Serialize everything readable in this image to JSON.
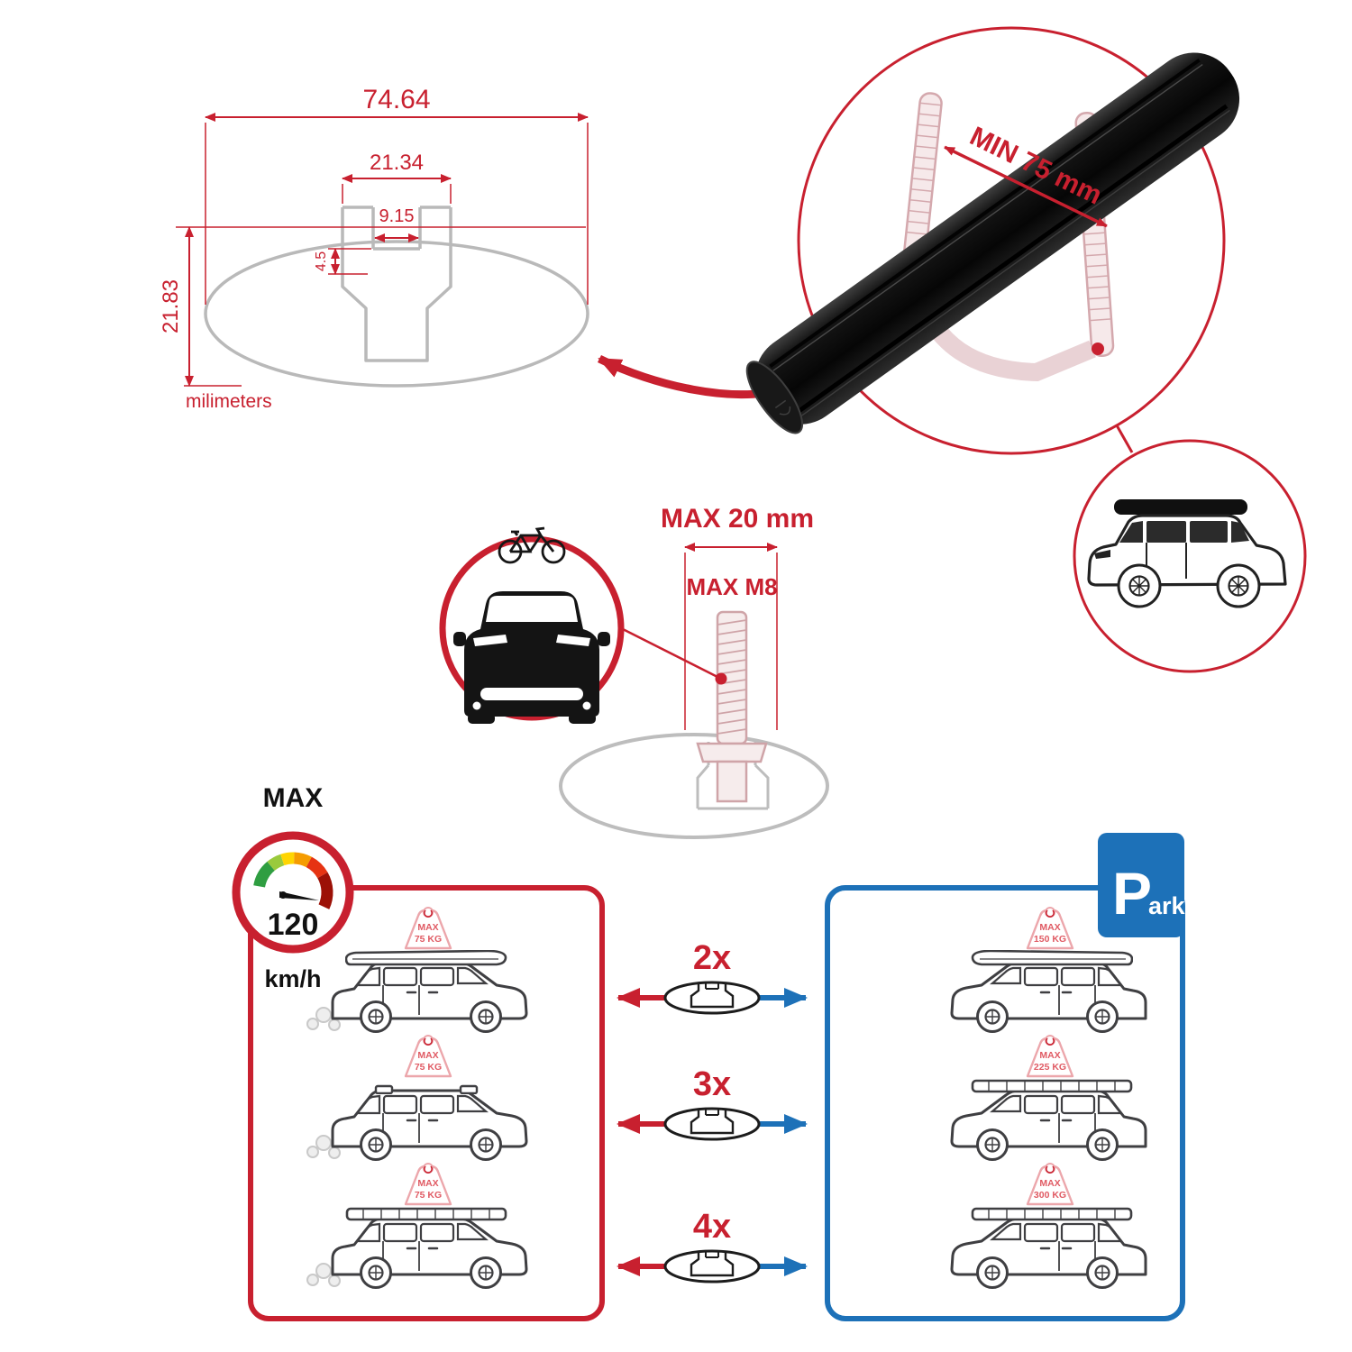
{
  "palette": {
    "red": "#c8202f",
    "blue": "#1d71b8",
    "pink": "#eca6ab",
    "gray": "#b9b9b9"
  },
  "dimension_drawing": {
    "width_total": "74.64",
    "slot_outer_width": "21.34",
    "slot_inner_width": "9.15",
    "lip_height": "4.5",
    "profile_height": "21.83",
    "unit_label": "milimeters"
  },
  "crossbar_detail": {
    "min_span_label": "MIN 75 mm"
  },
  "bolt_detail": {
    "max_length_label": "MAX 20 mm",
    "max_thread_label": "MAX M8"
  },
  "speed_limit": {
    "label": "MAX",
    "value": "120",
    "unit": "km/h"
  },
  "park_sign": {
    "initial": "P",
    "rest": "ark"
  },
  "bar_counts": [
    {
      "label": "2x"
    },
    {
      "label": "3x"
    },
    {
      "label": "4x"
    }
  ],
  "driving_panel": {
    "cars": [
      {
        "load_line1": "MAX",
        "load_line2": "75 KG"
      },
      {
        "load_line1": "MAX",
        "load_line2": "75 KG"
      },
      {
        "load_line1": "MAX",
        "load_line2": "75 KG"
      }
    ]
  },
  "parked_panel": {
    "cars": [
      {
        "load_line1": "MAX",
        "load_line2": "150 KG"
      },
      {
        "load_line1": "MAX",
        "load_line2": "225 KG"
      },
      {
        "load_line1": "MAX",
        "load_line2": "300 KG"
      }
    ]
  }
}
